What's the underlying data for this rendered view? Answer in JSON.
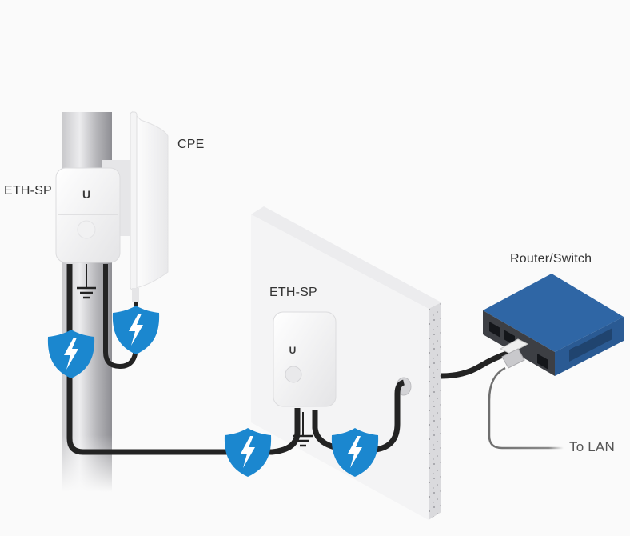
{
  "diagram": {
    "title": "ETH-SP surge protection installation",
    "labels": {
      "cpe": "CPE",
      "eth_sp_outdoor": "ETH-SP",
      "eth_sp_wall": "ETH-SP",
      "router_switch": "Router/Switch",
      "to_lan": "To LAN"
    },
    "device_logo": "U",
    "icons": {
      "surge_shield": "shield-lightning-icon",
      "ground": "ground-symbol-icon"
    },
    "colors": {
      "background": "#fafafa",
      "shield_blue": "#1b87cf",
      "switch_blue": "#2f66a5",
      "cable": "#232323",
      "lan_cable": "#8a8a8a",
      "label_text": "#333333"
    }
  }
}
